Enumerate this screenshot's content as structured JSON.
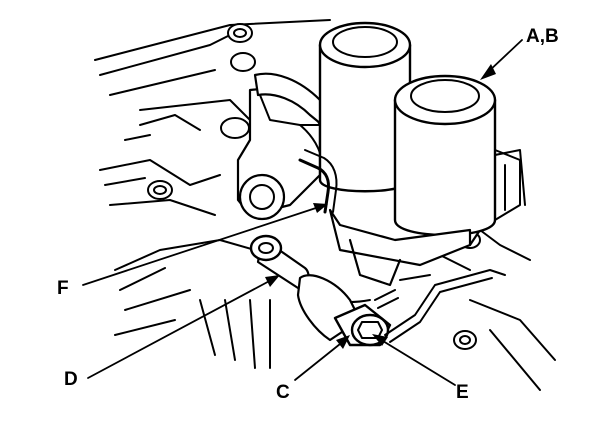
{
  "callouts": {
    "ab": "A,B",
    "f": "F",
    "d": "D",
    "c": "C",
    "e": "E"
  },
  "colors": {
    "ink": "#000000",
    "paper": "#ffffff"
  }
}
